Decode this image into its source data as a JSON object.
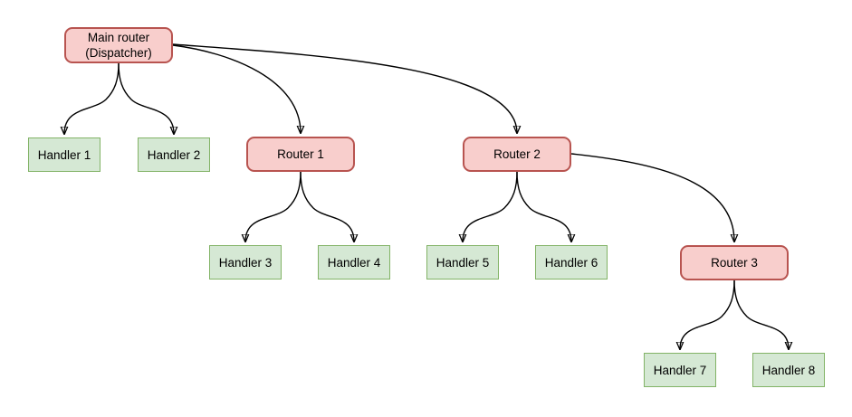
{
  "diagram": {
    "type": "tree",
    "colors": {
      "background": "#ffffff",
      "router_fill": "#f8cecc",
      "router_border": "#b85450",
      "handler_fill": "#d5e8d4",
      "handler_border": "#82b366",
      "edge": "#000000"
    },
    "nodes": {
      "main": {
        "kind": "router",
        "line1": "Main router",
        "line2": "(Dispatcher)"
      },
      "router1": {
        "kind": "router",
        "label": "Router 1"
      },
      "router2": {
        "kind": "router",
        "label": "Router 2"
      },
      "router3": {
        "kind": "router",
        "label": "Router 3"
      },
      "handler1": {
        "kind": "handler",
        "label": "Handler 1"
      },
      "handler2": {
        "kind": "handler",
        "label": "Handler 2"
      },
      "handler3": {
        "kind": "handler",
        "label": "Handler 3"
      },
      "handler4": {
        "kind": "handler",
        "label": "Handler 4"
      },
      "handler5": {
        "kind": "handler",
        "label": "Handler 5"
      },
      "handler6": {
        "kind": "handler",
        "label": "Handler 6"
      },
      "handler7": {
        "kind": "handler",
        "label": "Handler 7"
      },
      "handler8": {
        "kind": "handler",
        "label": "Handler 8"
      }
    },
    "edges": [
      {
        "from": "main",
        "to": "handler1"
      },
      {
        "from": "main",
        "to": "handler2"
      },
      {
        "from": "main",
        "to": "router1"
      },
      {
        "from": "main",
        "to": "router2"
      },
      {
        "from": "router1",
        "to": "handler3"
      },
      {
        "from": "router1",
        "to": "handler4"
      },
      {
        "from": "router2",
        "to": "handler5"
      },
      {
        "from": "router2",
        "to": "handler6"
      },
      {
        "from": "router2",
        "to": "router3"
      },
      {
        "from": "router3",
        "to": "handler7"
      },
      {
        "from": "router3",
        "to": "handler8"
      }
    ]
  }
}
